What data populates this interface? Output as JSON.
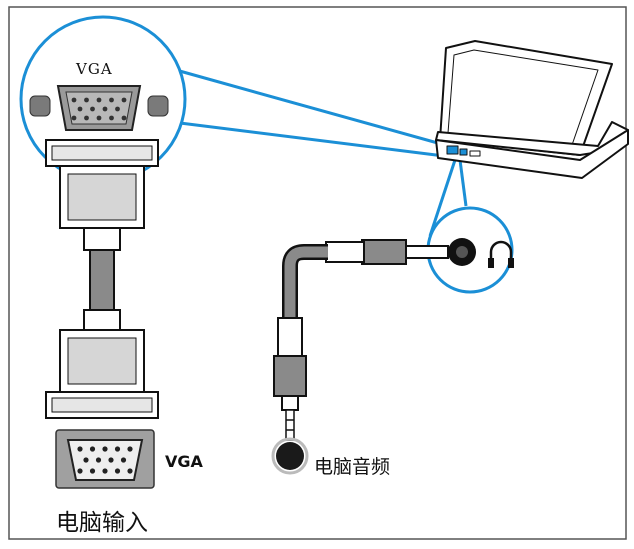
{
  "labels": {
    "vga_top": "VGA",
    "vga_port": "VGA",
    "pc_audio": "电脑音频",
    "pc_input": "电脑输入"
  },
  "colors": {
    "accent": "#1b8fd6",
    "line": "#111111",
    "cable_grey": "#8a8a8a",
    "light_grey": "#c8c8c8",
    "frame": "#555555"
  },
  "icons": {
    "headphone": "headphone-icon",
    "audio_jack": "audio-jack-icon",
    "vga_port": "vga-port-icon"
  }
}
